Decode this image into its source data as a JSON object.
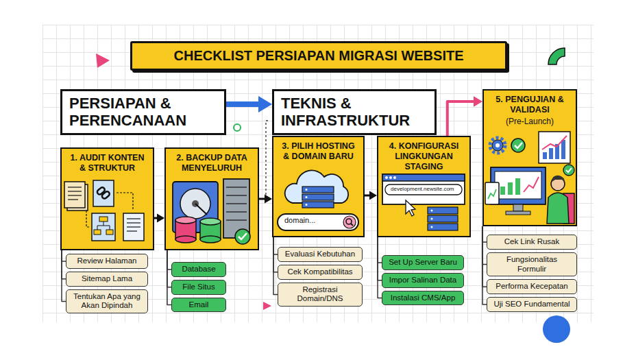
{
  "diagram": {
    "title": "CHECKLIST PERSIAPAN MIGRASI WEBSITE",
    "nodes": [
      {
        "text": [
          "PERSIAPAN & PERENCANAAN"
        ]
      },
      {
        "text": [
          "TEKNIS & INFRASTRUKTUR"
        ]
      },
      {
        "text": [
          "1. AUDIT KONTEN & STRUKTUR"
        ]
      },
      {
        "text": [
          "2. BACKUP DATA MENYELURUH"
        ]
      },
      {
        "text": [
          "3. PILIH HOSTING & DOMAIN BARU"
        ]
      },
      {
        "text": [
          "4. KONFIGURASI LINGKUNGAN STAGING"
        ]
      },
      {
        "text": [
          "5. PENGUJIAN & VALIDASI",
          "(Pre-Launch)"
        ]
      },
      {
        "text": [
          "Review Halaman"
        ]
      },
      {
        "text": [
          "Sitemap Lama"
        ]
      },
      {
        "text": [
          "Tentukan Apa yang Akan Dipindah"
        ]
      },
      {
        "text": [
          "Database"
        ]
      },
      {
        "text": [
          "File Situs"
        ]
      },
      {
        "text": [
          "Email"
        ]
      },
      {
        "text": [
          "Evaluasi Kebutuhan"
        ]
      },
      {
        "text": [
          "Cek Kompatibilitas"
        ]
      },
      {
        "text": [
          "Registrasi Domain/DNS"
        ]
      },
      {
        "text": [
          "Set Up Server Baru"
        ]
      },
      {
        "text": [
          "Impor Salinan Data"
        ]
      },
      {
        "text": [
          "Instalasi CMS/App"
        ]
      },
      {
        "text": [
          "Cek Link Rusak"
        ]
      },
      {
        "text": [
          "Fungsionalitas Formulir"
        ]
      },
      {
        "text": [
          "Performa Kecepatan"
        ]
      },
      {
        "text": [
          "Uji SEO Fundamental"
        ]
      }
    ],
    "edges": [
      {
        "from": 0,
        "to": 1,
        "arrow": "to"
      },
      {
        "from": 2,
        "to": 3,
        "arrow": "to"
      },
      {
        "from": 3,
        "to": 4,
        "arrow": "to"
      },
      {
        "from": 4,
        "to": 5,
        "arrow": "to"
      },
      {
        "from": 5,
        "to": 6,
        "arrow": "to"
      },
      {
        "from": 2,
        "to": 7,
        "arrow": "none"
      },
      {
        "from": 2,
        "to": 8,
        "arrow": "none"
      },
      {
        "from": 2,
        "to": 9,
        "arrow": "none"
      },
      {
        "from": 3,
        "to": 10,
        "arrow": "none"
      },
      {
        "from": 3,
        "to": 11,
        "arrow": "none"
      },
      {
        "from": 3,
        "to": 12,
        "arrow": "none"
      },
      {
        "from": 4,
        "to": 13,
        "arrow": "none"
      },
      {
        "from": 4,
        "to": 14,
        "arrow": "none"
      },
      {
        "from": 4,
        "to": 15,
        "arrow": "none"
      },
      {
        "from": 5,
        "to": 16,
        "arrow": "none"
      },
      {
        "from": 5,
        "to": 17,
        "arrow": "none"
      },
      {
        "from": 5,
        "to": 18,
        "arrow": "none"
      },
      {
        "from": 6,
        "to": 19,
        "arrow": "none"
      },
      {
        "from": 6,
        "to": 20,
        "arrow": "none"
      },
      {
        "from": 6,
        "to": 21,
        "arrow": "none"
      },
      {
        "from": 6,
        "to": 22,
        "arrow": "none"
      }
    ],
    "labels": [
      "domain...",
      "development.newsite.com"
    ]
  }
}
